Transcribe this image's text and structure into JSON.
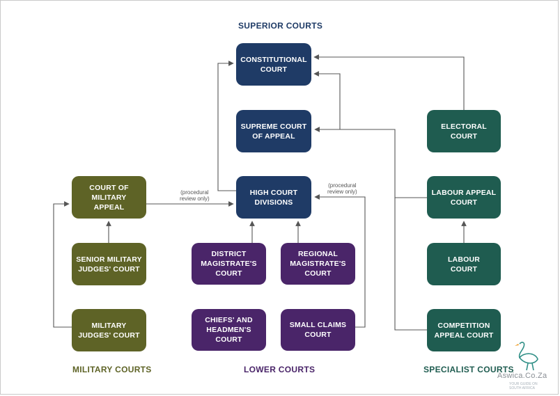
{
  "headings": {
    "superior": "SUPERIOR COURTS",
    "military": "MILITARY COURTS",
    "lower": "LOWER COURTS",
    "specialist": "SPECIALIST COURTS"
  },
  "courts": {
    "constitutional": "CONSTITUTIONAL\nCOURT",
    "supreme_appeal": "SUPREME COURT\nOF APPEAL",
    "high_court": "HIGH COURT\nDIVISIONS",
    "military_appeal": "COURT OF\nMILITARY APPEAL",
    "senior_military": "SENIOR MILITARY\nJUDGES' COURT",
    "military_judges": "MILITARY\nJUDGES' COURT",
    "district_magistrate": "DISTRICT\nMAGISTRATE'S\nCOURT",
    "regional_magistrate": "REGIONAL\nMAGISTRATE'S\nCOURT",
    "chiefs_headmen": "CHIEFS' AND\nHEADMEN'S\nCOURT",
    "small_claims": "SMALL CLAIMS\nCOURT",
    "electoral": "ELECTORAL\nCOURT",
    "labour_appeal": "LABOUR APPEAL\nCOURT",
    "labour": "LABOUR\nCOURT",
    "competition_appeal": "COMPETITION\nAPPEAL COURT"
  },
  "notes": {
    "procedural_left": "(procedural\nreview only)",
    "procedural_right": "(procedural\nreview only)"
  },
  "watermark": {
    "name": "Aswica.Co.Za",
    "tagline": "YOUR GUIDE ON\nSOUTH AFRICA"
  },
  "colors": {
    "superior": "#1f3b66",
    "military": "#5e6326",
    "lower": "#4a2569",
    "specialist": "#1f5c50",
    "connector": "#555555"
  }
}
